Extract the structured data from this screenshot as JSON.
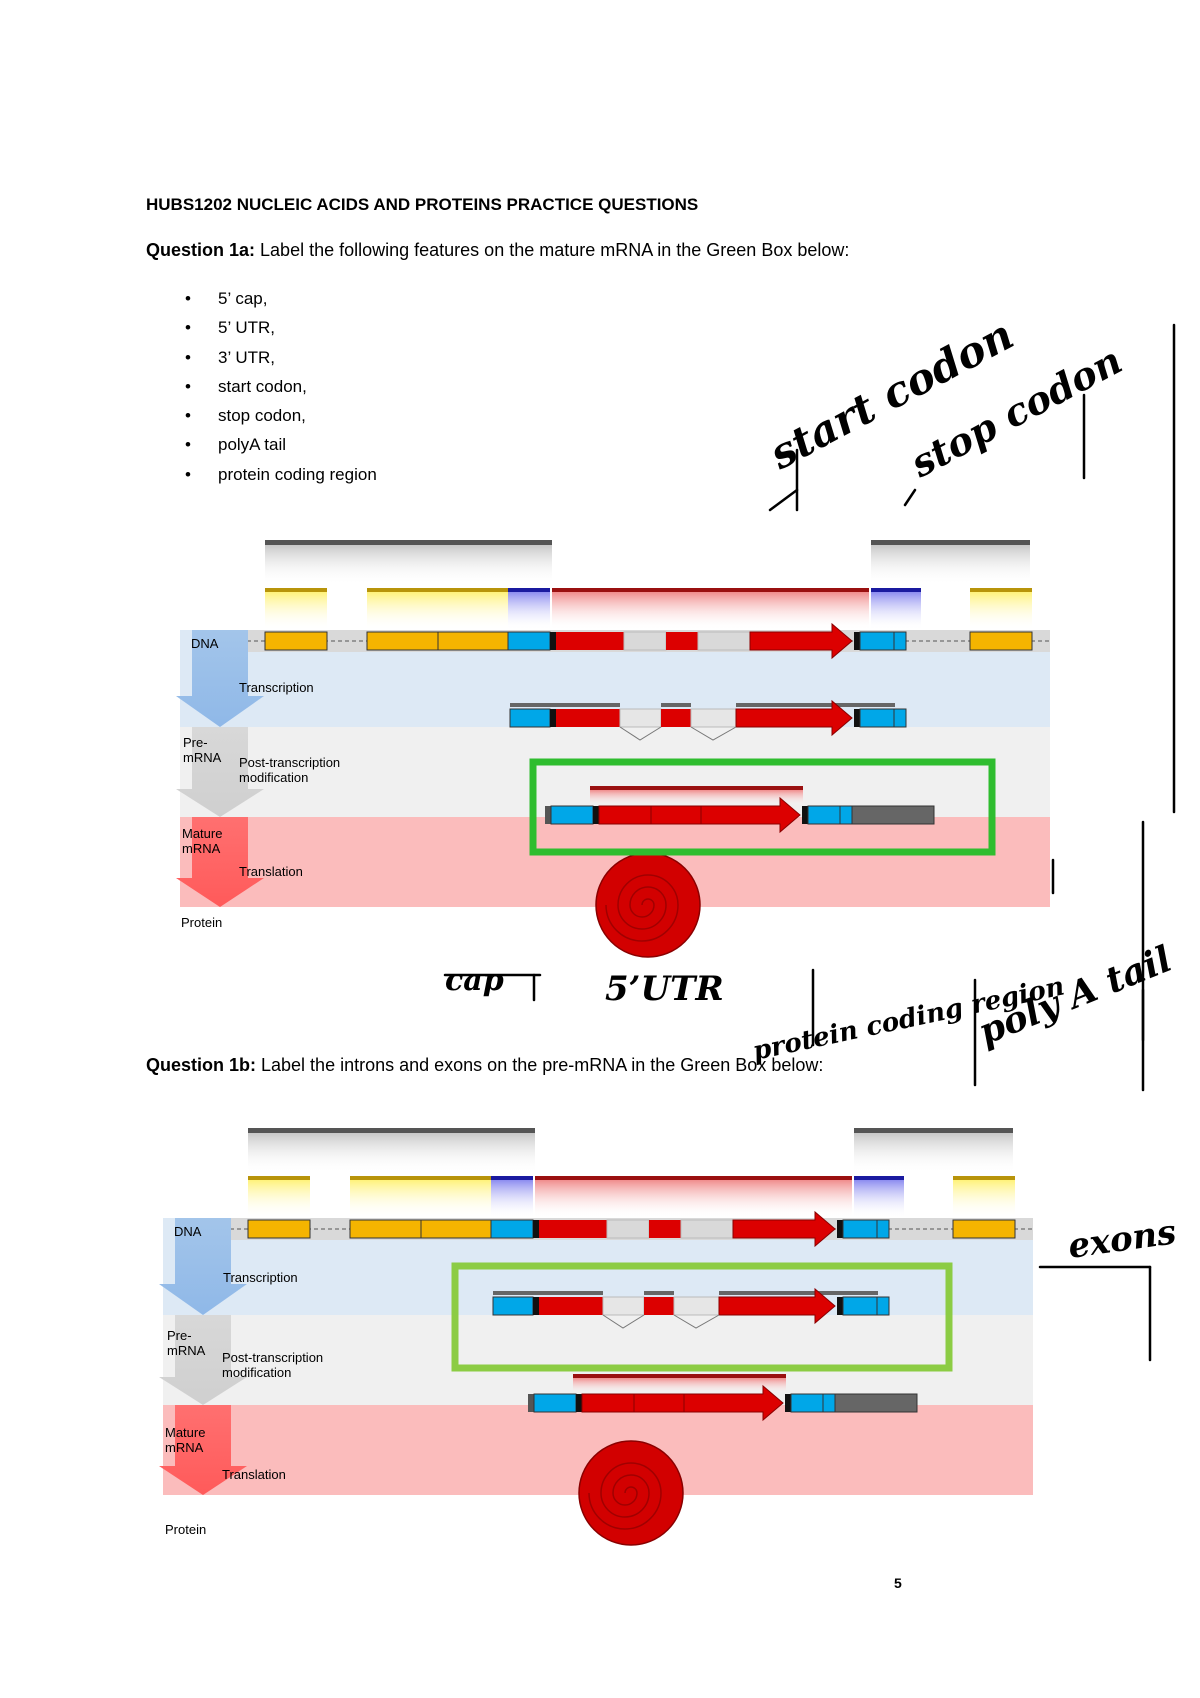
{
  "document": {
    "title": "HUBS1202 NUCLEIC ACIDS AND PROTEINS PRACTICE QUESTIONS",
    "q1a": {
      "label": "Question 1a:",
      "text": " Label the following features on the mature mRNA in the Green Box below:",
      "items": [
        "5’ cap,",
        "5’ UTR,",
        "3’ UTR,",
        "start codon,",
        "stop codon,",
        "polyA tail",
        "protein coding region"
      ]
    },
    "q1b": {
      "label": "Question 1b:",
      "text": " Label the introns and exons on the pre-mRNA in the Green Box below:"
    },
    "page_number": "5"
  },
  "diagram_labels": {
    "dna": "DNA",
    "transcription": "Transcription",
    "pre_mrna_1": "Pre-",
    "pre_mrna_2": "mRNA",
    "post_tx_1": "Post-transcription",
    "post_tx_2": "modification",
    "mature_1": "Mature",
    "mature_2": "mRNA",
    "translation": "Translation",
    "protein": "Protein"
  },
  "handwriting": {
    "start_codon": "start codon",
    "stop_codon": "stop codon",
    "cap": "cap",
    "utr5": "5’UTR",
    "protein_coding": "protein coding region",
    "polya": "poly A tail",
    "exons": "exons"
  },
  "colors": {
    "exon_yellow": "#f5b400",
    "utr_blue": "#00a7e8",
    "coding_red": "#dc0000",
    "intron_grey": "#d9d9d9",
    "polya_grey": "#666666",
    "green_box_1": "#2fbd2f",
    "green_box_2": "#8ccc44",
    "band_blue": "#dde9f5",
    "band_grey": "#f0f0f0",
    "band_pink": "#fbbcbc",
    "ink": "#000000"
  }
}
